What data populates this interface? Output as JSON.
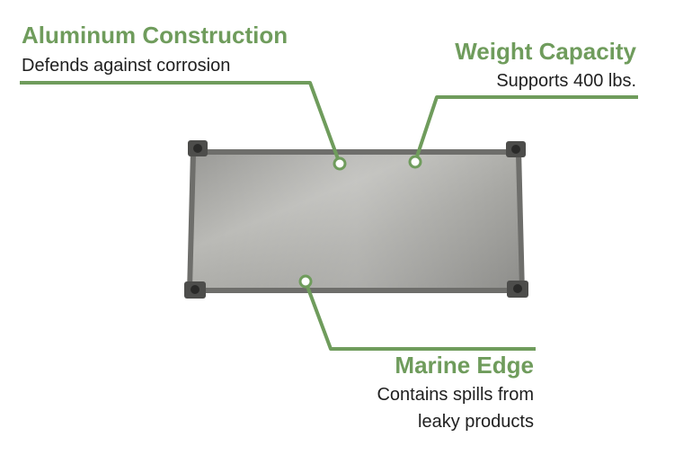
{
  "colors": {
    "accent": "#6f9c5c",
    "text": "#1f1f1f",
    "background": "#ffffff"
  },
  "callouts": {
    "aluminum": {
      "heading": "Aluminum Construction",
      "description": "Defends against corrosion"
    },
    "weight": {
      "heading": "Weight Capacity",
      "description": "Supports 400 lbs."
    },
    "marine": {
      "heading": "Marine Edge",
      "description_line1": "Contains spills from",
      "description_line2": "leaky products"
    }
  }
}
